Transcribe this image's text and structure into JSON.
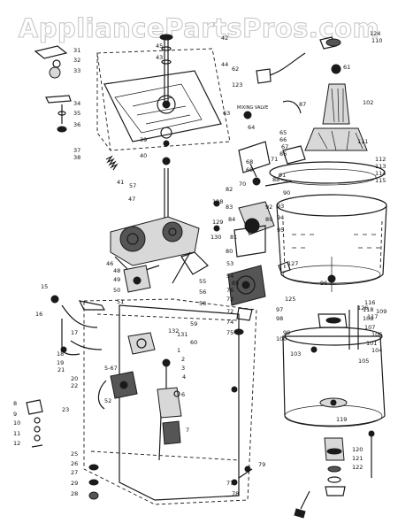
{
  "watermark": "AppliancePartsPros.com",
  "note_mixing_valve": "MIXING VALVE",
  "labels": [
    "31",
    "32",
    "33",
    "34",
    "35",
    "36",
    "37",
    "38",
    "57",
    "45",
    "43",
    "42",
    "44",
    "41",
    "39",
    "40",
    "61",
    "62",
    "123",
    "63",
    "64",
    "65",
    "66",
    "67",
    "68",
    "69",
    "70",
    "71",
    "86",
    "87",
    "88",
    "90",
    "91",
    "93",
    "94",
    "95",
    "96",
    "97",
    "98",
    "99",
    "100",
    "101",
    "102",
    "103",
    "104",
    "105",
    "106",
    "107",
    "108",
    "109",
    "110",
    "111",
    "112",
    "113",
    "114",
    "115",
    "116",
    "117",
    "118",
    "119",
    "120",
    "121",
    "122",
    "124",
    "125",
    "126",
    "127",
    "128",
    "129",
    "130",
    "131",
    "132",
    "1",
    "2",
    "3",
    "4",
    "5-67",
    "6",
    "7",
    "8",
    "9",
    "10",
    "11",
    "12",
    "15",
    "16",
    "17",
    "18",
    "19",
    "20",
    "21",
    "22",
    "23",
    "25",
    "26",
    "27",
    "28",
    "29",
    "46",
    "47",
    "48",
    "49",
    "50",
    "51",
    "52",
    "53",
    "54",
    "55",
    "56",
    "58",
    "59",
    "60",
    "72",
    "73",
    "74",
    "75",
    "76",
    "77",
    "78",
    "79",
    "80",
    "81",
    "82",
    "83",
    "84",
    "85",
    "89",
    "92"
  ]
}
